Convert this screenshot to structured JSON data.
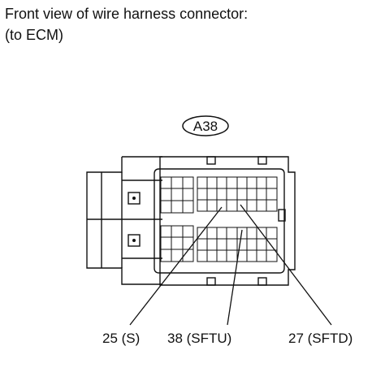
{
  "caption": {
    "line1": "Front view of wire harness connector:",
    "line2": "(to ECM)"
  },
  "connector": {
    "id": "A38"
  },
  "pins": [
    {
      "label": "25 (S)"
    },
    {
      "label": "38 (SFTU)"
    },
    {
      "label": "27 (SFTD)"
    }
  ]
}
